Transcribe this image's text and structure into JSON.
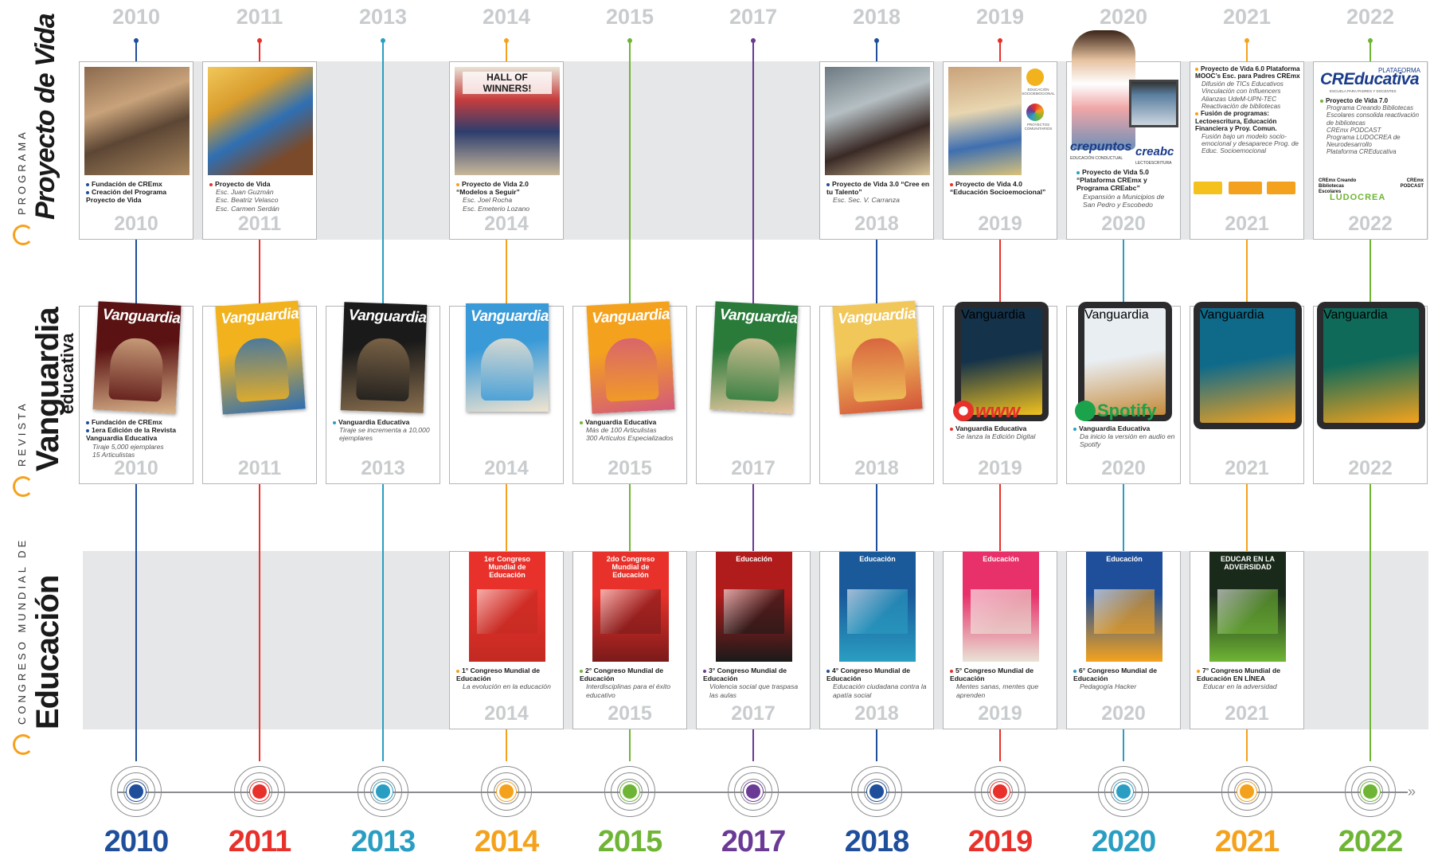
{
  "years": [
    {
      "label": "2010",
      "color": "#1f4e9a"
    },
    {
      "label": "2011",
      "color": "#e8312a"
    },
    {
      "label": "2013",
      "color": "#2a9ec2"
    },
    {
      "label": "2014",
      "color": "#f4a21d"
    },
    {
      "label": "2015",
      "color": "#6fb535"
    },
    {
      "label": "2017",
      "color": "#6a3a94"
    },
    {
      "label": "2018",
      "color": "#1f4e9a"
    },
    {
      "label": "2019",
      "color": "#e8312a"
    },
    {
      "label": "2020",
      "color": "#2a9ec2"
    },
    {
      "label": "2021",
      "color": "#f4a21d"
    },
    {
      "label": "2022",
      "color": "#6fb535"
    }
  ],
  "sections": {
    "programa": {
      "small": "PROGRAMA",
      "big": "Proyecto de Vida"
    },
    "revista": {
      "small": "REVISTA",
      "big": "Vanguardia",
      "sub": "educativa"
    },
    "congreso": {
      "small": "CONGRESO MUNDIAL DE",
      "big": "Educación"
    }
  },
  "row1": [
    {
      "year": "2010",
      "lines": [
        {
          "h": "Fundación de CREmx"
        },
        {
          "h": "Creación del Programa Proyecto de Vida"
        }
      ]
    },
    {
      "year": "2011",
      "lines": [
        {
          "h": "Proyecto de Vida"
        },
        {
          "s": "Esc. Juan Guzmán"
        },
        {
          "s": "Esc. Beatriz Velasco"
        },
        {
          "s": "Esc. Carmen Serdán"
        }
      ]
    },
    {
      "year": "2014",
      "lines": [
        {
          "h": "Proyecto de Vida 2.0 “Modelos a Seguir”"
        },
        {
          "s": "Esc. Joel Rocha"
        },
        {
          "s": "Esc. Emeterio Lozano"
        }
      ],
      "photo_text": "HALL OF WINNERS!"
    },
    {
      "year": "2018",
      "lines": [
        {
          "h": "Proyecto de Vida 3.0 “Cree en tu Talento”"
        },
        {
          "s": "Esc. Sec. V. Carranza"
        }
      ]
    },
    {
      "year": "2019",
      "lines": [
        {
          "h": "Proyecto de Vida 4.0 “Educación Socioemocional”"
        }
      ],
      "badges": [
        "EDUCACIÓN SOCIOEMOCIONAL",
        "PROYECTOS COMUNITARIOS"
      ]
    },
    {
      "year": "2020",
      "lines": [
        {
          "h": "Proyecto de Vida 5.0 “Plataforma CREmx y Programa CREabc”"
        },
        {
          "s": "Expansión a Municipios de San Pedro y Escobedo"
        }
      ],
      "logos": [
        "crepuntos",
        "EDUCACIÓN CONDUCTUAL",
        "creabc",
        "LECTOESCRITURA"
      ]
    },
    {
      "year": "2021",
      "lines": [
        {
          "h": "Proyecto de Vida 6.0 Plataforma MOOC’s Esc. para Padres CREmx"
        },
        {
          "s": "Difusión de TICs Educativos"
        },
        {
          "s": "Vinculación con Influencers"
        },
        {
          "s": "Alianzas UdeM-UPN-TEC"
        },
        {
          "s": "Reactivación de bibliotecas"
        },
        {
          "h": "Fusión de programas: Lectoescritura, Educación Financiera y Proy. Comun."
        },
        {
          "s": "Fusión bajo un modelo socio-emocional y desaparece Prog. de Educ. Socioemocional"
        }
      ]
    },
    {
      "year": "2022",
      "lines": [
        {
          "h": "Proyecto de Vida 7.0"
        },
        {
          "s": "Programa Creando Bibliotecas Escolares consolida reactivación de bibliotecas"
        },
        {
          "s": "CREmx PODCAST"
        },
        {
          "s": "Programa LUDOCREA de Neurodesarrollo"
        },
        {
          "s": "Plataforma CREducativa"
        }
      ],
      "brand": "CREducativa",
      "brand_top": "PLATAFORMA",
      "brand_sub": "ESCUELA PARA PADRES Y DOCENTES",
      "foot_logos": [
        "CREmx Creando Bibliotecas Escolares",
        "CREmx PODCAST",
        "LUDOCREA"
      ]
    }
  ],
  "row2": [
    {
      "year": "2010",
      "lines": [
        {
          "h": "Fundación de CREmx"
        },
        {
          "h": "1era Edición de la Revista Vanguardia Educativa"
        },
        {
          "s": "Tiraje 5,000 ejemplares"
        },
        {
          "s": "15 Articulistas"
        }
      ]
    },
    {
      "year": "2011",
      "lines": []
    },
    {
      "year": "2013",
      "lines": [
        {
          "h": "Vanguardia Educativa"
        },
        {
          "s": "Tiraje se incrementa a 10,000 ejemplares"
        }
      ]
    },
    {
      "year": "2014",
      "lines": []
    },
    {
      "year": "2015",
      "lines": [
        {
          "h": "Vanguardia Educativa"
        },
        {
          "s": "Más de 100 Articulistas"
        },
        {
          "s": "300 Artículos Especializados"
        }
      ]
    },
    {
      "year": "2017",
      "lines": []
    },
    {
      "year": "2018",
      "lines": []
    },
    {
      "year": "2019",
      "lines": [
        {
          "h": "Vanguardia Educativa"
        },
        {
          "s": "Se lanza la Edición Digital"
        }
      ],
      "badge": "www"
    },
    {
      "year": "2020",
      "lines": [
        {
          "h": "Vanguardia Educativa"
        },
        {
          "s": "Da inicio la versión en audio en Spotify"
        }
      ],
      "badge": "Spotify"
    },
    {
      "year": "2021",
      "lines": []
    },
    {
      "year": "2022",
      "lines": []
    }
  ],
  "row3": [
    {
      "year": "2014",
      "lines": [
        {
          "h": "1° Congreso Mundial de Educación"
        },
        {
          "s": "La evolución en la educación"
        }
      ],
      "poster": "1er Congreso Mundial de Educación"
    },
    {
      "year": "2015",
      "lines": [
        {
          "h": "2° Congreso Mundial de Educación"
        },
        {
          "s": "Interdisciplinas para el éxito educativo"
        }
      ],
      "poster": "2do Congreso Mundial de Educación"
    },
    {
      "year": "2017",
      "lines": [
        {
          "h": "3° Congreso Mundial de Educación"
        },
        {
          "s": "Violencia social que traspasa las aulas"
        }
      ],
      "poster": "Educación"
    },
    {
      "year": "2018",
      "lines": [
        {
          "h": "4° Congreso Mundial de Educación"
        },
        {
          "s": "Educación ciudadana contra la apatía social"
        }
      ],
      "poster": "Educación"
    },
    {
      "year": "2019",
      "lines": [
        {
          "h": "5° Congreso Mundial de Educación"
        },
        {
          "s": "Mentes sanas, mentes que aprenden"
        }
      ],
      "poster": "Educación"
    },
    {
      "year": "2020",
      "lines": [
        {
          "h": "6° Congreso Mundial de Educación"
        },
        {
          "s": "Pedagogía Hacker"
        }
      ],
      "poster": "Educación"
    },
    {
      "year": "2021",
      "lines": [
        {
          "h": "7° Congreso Mundial de Educación EN LÍNEA"
        },
        {
          "s": "Educar en la adversidad"
        }
      ],
      "poster": "EDUCAR EN LA ADVERSIDAD"
    }
  ],
  "magazine_title": "Vanguardia"
}
